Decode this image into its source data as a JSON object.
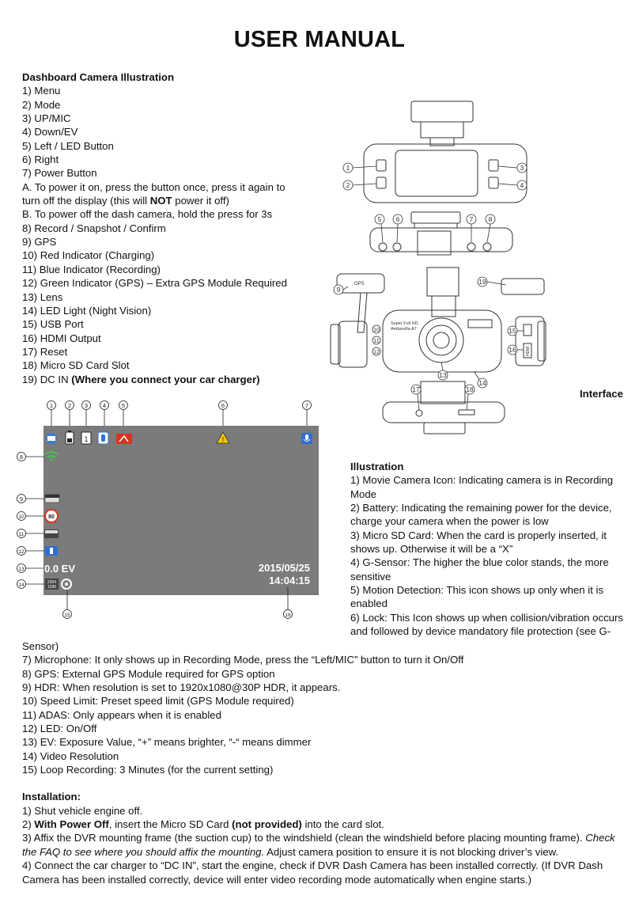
{
  "title": "USER MANUAL",
  "illustration_section": {
    "heading": "Dashboard Camera Illustration",
    "items": [
      "1) Menu",
      "2) Mode",
      "3) UP/MIC",
      "4) Down/EV",
      "5) Left / LED Button",
      "6) Right",
      "7) Power Button"
    ],
    "power_a_1": "A. To power it on, press the button once, press it again to turn off the display (this will ",
    "power_a_bold": "NOT",
    "power_a_2": " power it off)",
    "power_b": "B. To power off the dash camera, hold the press for 3s",
    "items2": [
      "8) Record / Snapshot / Confirm",
      "9) GPS",
      "10) Red Indicator (Charging)",
      "11) Blue Indicator (Recording)",
      "12) Green Indicator (GPS) – Extra GPS Module Required",
      "13) Lens",
      "14) LED Light (Night Vision)",
      "15) USB Port",
      "16) HDMI Output",
      "17) Reset",
      "18) Micro SD Card Slot"
    ],
    "item19": "19) DC IN ",
    "item19_bold": "(Where you connect your car charger)"
  },
  "interface_label": "Interface",
  "camera_diagram": {
    "callouts": [
      "1",
      "2",
      "3",
      "4",
      "5",
      "6",
      "7",
      "8",
      "9",
      "10",
      "11",
      "12",
      "13",
      "14",
      "15",
      "16",
      "17",
      "18",
      "19"
    ],
    "gps_label": "GPS",
    "lens_text_1": "Super Full HD",
    "lens_text_2": "Ambarella A7",
    "hdmi_label": "HDMI"
  },
  "screen": {
    "top_callouts": [
      "1",
      "2",
      "3",
      "4",
      "5",
      "6",
      "7"
    ],
    "left_callouts": [
      "8",
      "9",
      "10",
      "11",
      "12",
      "13",
      "14"
    ],
    "bottom_callouts": [
      "15",
      "18"
    ],
    "ev": "0.0 EV",
    "date": "2015/05/25",
    "time": "14:04:15",
    "card_no": "1",
    "speed": "80",
    "res_line1": "2304",
    "res_line2": "1296",
    "colors": {
      "panel": "#7b7b7b",
      "card_red": "#d9321f",
      "lock": "#f2c500",
      "wifi": "#3ec84a",
      "mic": "#2f6fd6"
    }
  },
  "illustration": {
    "heading": "Illustration",
    "items": [
      "1) Movie Camera Icon: Indicating camera is in Recording Mode",
      "2) Battery: Indicating the remaining power for the device, charge your camera when the power is low",
      "3) Micro SD Card: When the card is properly inserted, it shows up. Otherwise it will be a “X”",
      "4) G-Sensor: The higher the blue color stands, the more sensitive",
      "5) Motion Detection: This icon shows up only when it is enabled",
      "6) Lock: This Icon shows up when collision/vibration occurs and followed by device mandatory file protection (see G-"
    ]
  },
  "bottom": {
    "cont": "Sensor)",
    "items": [
      "7) Microphone: It only shows up in Recording Mode, press the “Left/MIC” button to turn it On/Off",
      "8) GPS: External GPS Module required for GPS option",
      "9) HDR: When resolution is set to 1920x1080@30P HDR, it appears.",
      "10) Speed Limit: Preset speed limit (GPS Module required)",
      "11) ADAS: Only appears when it is enabled",
      "12) LED: On/Off",
      "13) EV: Exposure Value, “+” means brighter, “-“ means dimmer",
      "14) Video Resolution",
      "15) Loop Recording: 3 Minutes (for the current setting)"
    ],
    "install_heading": "Installation:",
    "install_1": "1) Shut vehicle engine off.",
    "install_2_a": "2) ",
    "install_2_b": "With Power Off",
    "install_2_c": ", insert the Micro SD Card ",
    "install_2_d": "(not provided)",
    "install_2_e": " into the card slot.",
    "install_3_a": "3) Affix the DVR mounting frame (the suction cup) to the windshield (clean the windshield before placing mounting frame). ",
    "install_3_b": "Check the FAQ to see where you should affix the mounting.",
    "install_3_c": " Adjust camera position to ensure it is not blocking driver’s view.",
    "install_4": "4) Connect the car charger to “DC IN”, start the engine, check if DVR Dash Camera has been installed correctly. (If DVR Dash Camera has been installed correctly, device will enter video recording mode automatically when engine starts.)"
  }
}
